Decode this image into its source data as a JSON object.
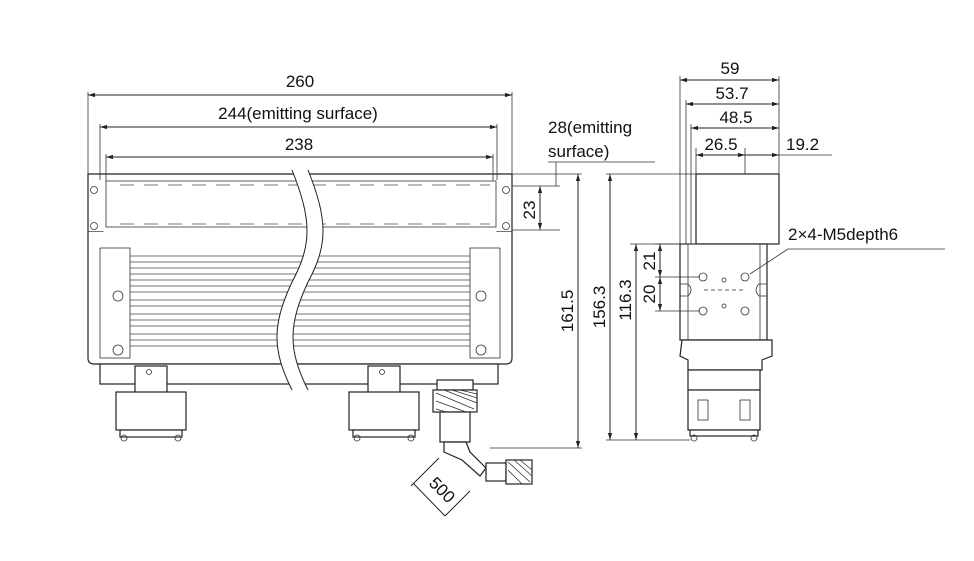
{
  "dims": {
    "w260": "260",
    "w244": "244(emitting surface)",
    "w238": "238",
    "h23": "23",
    "emit28_line1": "28(emitting",
    "emit28_line2": "surface)",
    "h161": "161.5",
    "h156": "156.3",
    "h116": "116.3",
    "w59": "59",
    "w53": "53.7",
    "w48": "48.5",
    "w26": "26.5",
    "w19": "19.2",
    "h21": "21",
    "h20": "20",
    "holes": "2×4-M5depth6",
    "cable": "500"
  }
}
